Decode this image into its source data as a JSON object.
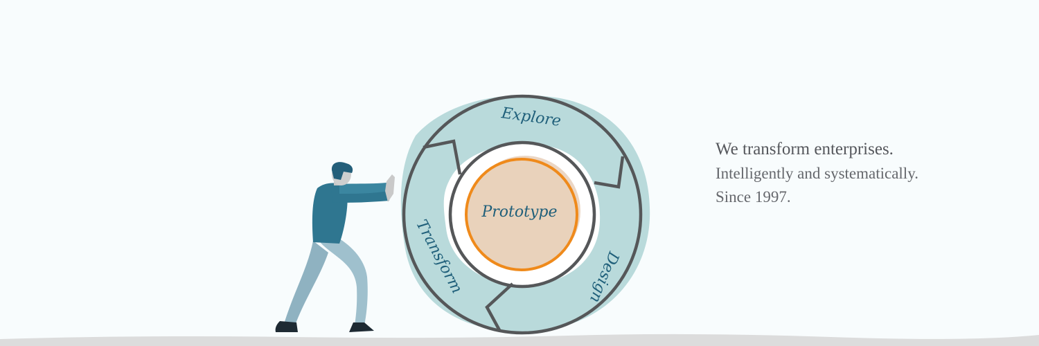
{
  "diagram": {
    "center_label": "Prototype",
    "stages": {
      "explore": "Explore",
      "design": "Design",
      "transform": "Transform"
    }
  },
  "tagline": {
    "headline": "We transform enterprises.",
    "line1": "Intelligently and systematically.",
    "line2": "Since 1997."
  },
  "colors": {
    "background": "#f8fcfd",
    "wheel_fill": "#b9dadb",
    "outline": "#555759",
    "core_fill": "#e9d2bb",
    "core_ring": "#ef8a1b",
    "label_text": "#1f5f7a",
    "ground": "#dcdcdc",
    "shirt": "#2f7690",
    "pants": "#95b9c8"
  }
}
